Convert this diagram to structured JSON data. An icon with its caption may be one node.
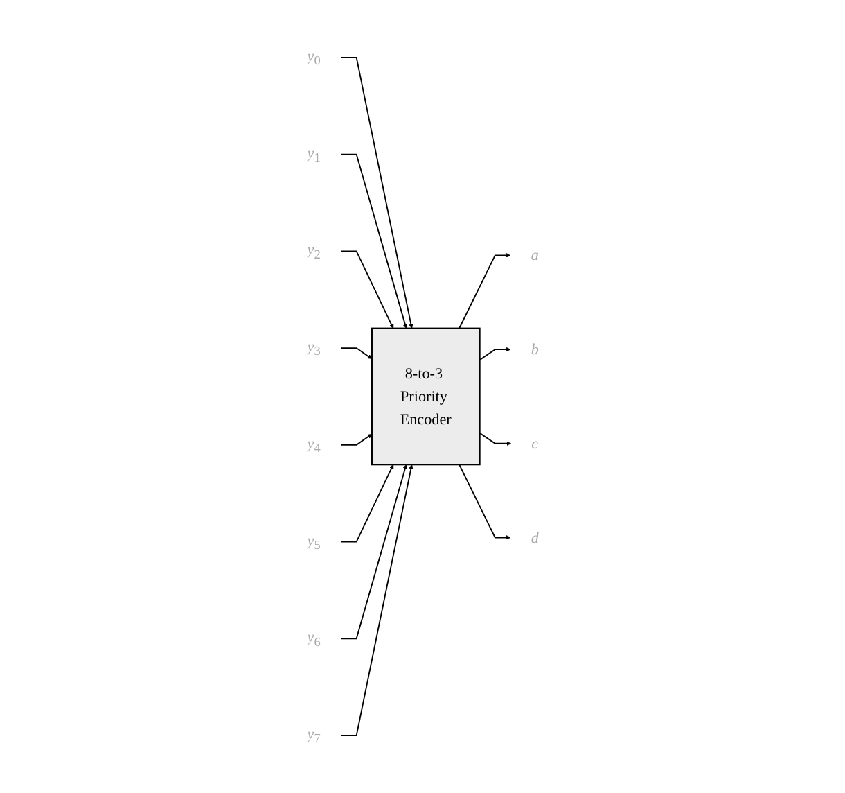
{
  "diagram": {
    "nodes": [
      {
        "text": [
          "y$_{0}$"
        ]
      },
      {
        "text": [
          "y$_{1}$"
        ]
      },
      {
        "text": [
          "y$_{2}$"
        ]
      },
      {
        "text": [
          "y$_{3}$"
        ]
      },
      {
        "text": [
          "y$_{4}$"
        ]
      },
      {
        "text": [
          "y$_{5}$"
        ]
      },
      {
        "text": [
          "y$_{6}$"
        ]
      },
      {
        "text": [
          "y$_{7}$"
        ]
      },
      {
        "text": [
          "8-to-3 Priority Encoder"
        ]
      },
      {
        "text": [
          "a"
        ]
      },
      {
        "text": [
          "b"
        ]
      },
      {
        "text": [
          "c"
        ]
      },
      {
        "text": [
          "d"
        ]
      }
    ],
    "edges": [
      {
        "from": 0,
        "to": 8,
        "arrow": "to"
      },
      {
        "from": 1,
        "to": 8,
        "arrow": "to"
      },
      {
        "from": 2,
        "to": 8,
        "arrow": "to"
      },
      {
        "from": 3,
        "to": 8,
        "arrow": "to"
      },
      {
        "from": 4,
        "to": 8,
        "arrow": "to"
      },
      {
        "from": 5,
        "to": 8,
        "arrow": "to"
      },
      {
        "from": 6,
        "to": 8,
        "arrow": "to"
      },
      {
        "from": 7,
        "to": 8,
        "arrow": "to"
      },
      {
        "from": 8,
        "to": 9,
        "arrow": "to"
      },
      {
        "from": 8,
        "to": 10,
        "arrow": "to"
      },
      {
        "from": 8,
        "to": 11,
        "arrow": "to"
      },
      {
        "from": 8,
        "to": 12,
        "arrow": "to"
      }
    ]
  }
}
